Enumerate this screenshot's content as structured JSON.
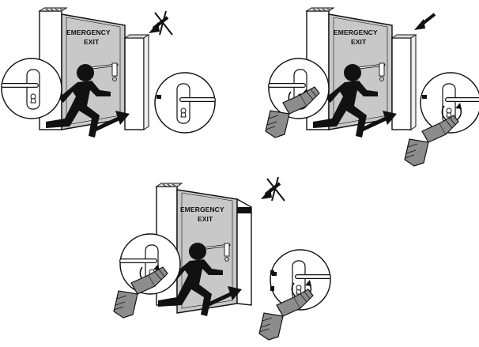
{
  "colors": {
    "ink": "#111111",
    "door_fill": "#c8c8c8",
    "frame_fill": "#ffffff",
    "key_fill": "#8c8c8c",
    "background": "#ffffff"
  },
  "panels": [
    {
      "id": "top-left",
      "sign_line_1": "EMERGENCY",
      "sign_line_2": "EXIT",
      "top_arrow": "crossed",
      "key_in_left_lock": false,
      "key_in_right_lock": false
    },
    {
      "id": "top-right",
      "sign_line_1": "EMERGENCY",
      "sign_line_2": "EXIT",
      "top_arrow": "plain",
      "key_in_left_lock": true,
      "key_in_right_lock": true
    },
    {
      "id": "bottom-center",
      "sign_line_1": "EMERGENCY",
      "sign_line_2": "EXIT",
      "top_arrow": "crossed",
      "key_in_left_lock": true,
      "key_in_right_lock": true
    }
  ],
  "icons": [
    "running-person-icon",
    "door-handle-icon",
    "key-icon",
    "rotation-arrow-icon",
    "arrow-icon",
    "crossed-arrow-icon"
  ]
}
